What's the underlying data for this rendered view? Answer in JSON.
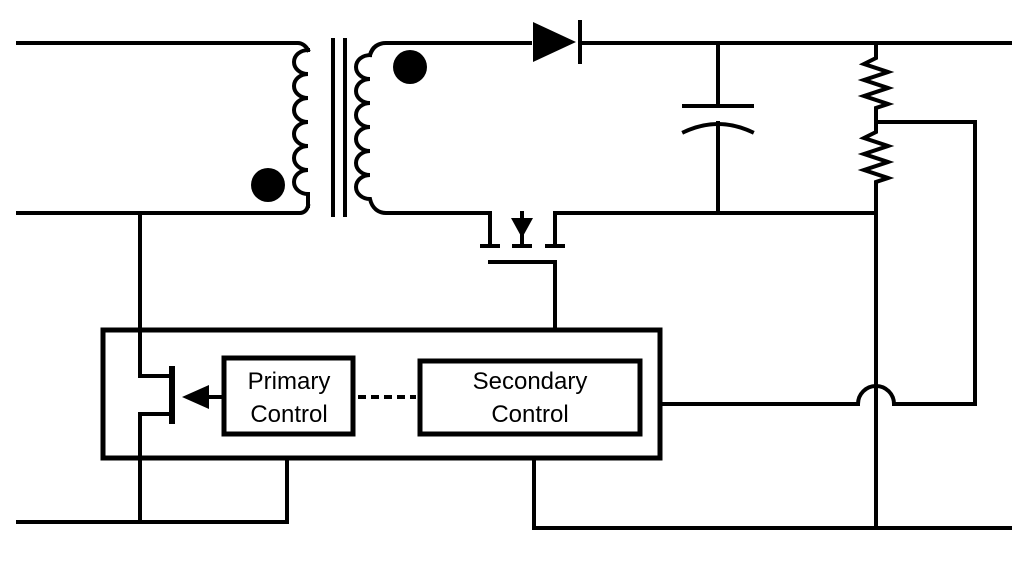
{
  "diagram": {
    "primary_control": {
      "line1": "Primary",
      "line2": "Control"
    },
    "secondary_control": {
      "line1": "Secondary",
      "line2": "Control"
    }
  }
}
